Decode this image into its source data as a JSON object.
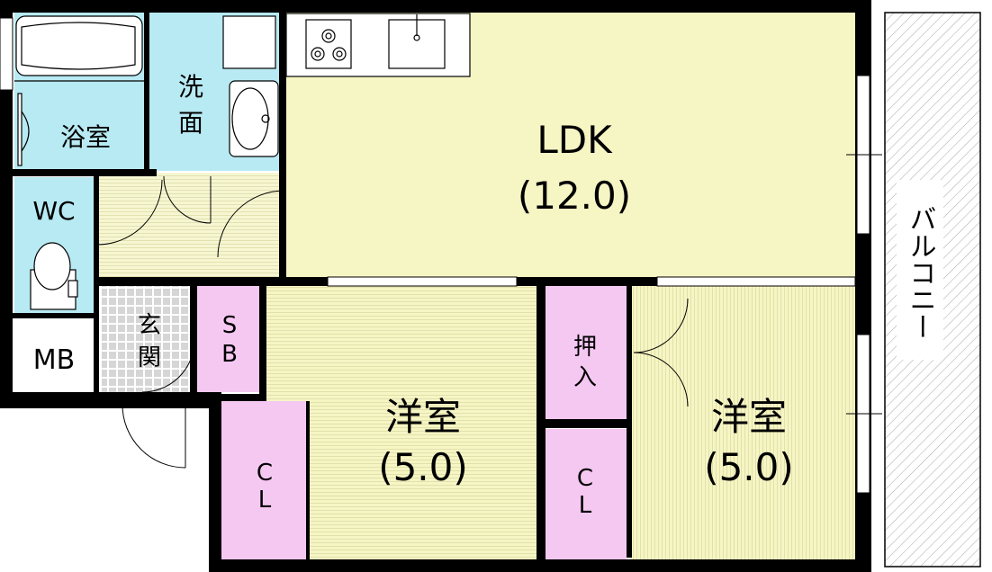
{
  "rooms": {
    "ldk": {
      "name": "LDK",
      "size": "(12.0)"
    },
    "bath": {
      "name": "浴室"
    },
    "washroom": {
      "name_line1": "洗",
      "name_line2": "面"
    },
    "wc": {
      "name": "WC"
    },
    "mb": {
      "name": "MB"
    },
    "entrance": {
      "name_line1": "玄",
      "name_line2": "関"
    },
    "sb": {
      "name_line1": "S",
      "name_line2": "B"
    },
    "western1": {
      "name": "洋室",
      "size": "(5.0)"
    },
    "western2": {
      "name": "洋室",
      "size": "(5.0)"
    },
    "closet1": {
      "name_line1": "C",
      "name_line2": "L"
    },
    "closet2": {
      "name_line1": "C",
      "name_line2": "L"
    },
    "oshiire": {
      "name_line1": "押",
      "name_line2": "入"
    },
    "balcony": {
      "name": "バルコニー"
    }
  },
  "colors": {
    "wet_area": "#b8eaf3",
    "ldk": "#f6f5c4",
    "western": "#f6f5c4",
    "hall": "#f7f6d2",
    "storage": "#f5c8f2",
    "entrance_tile": "#dcdcdc",
    "balcony_hatch": "#bdbdbd",
    "wall": "#000000"
  }
}
